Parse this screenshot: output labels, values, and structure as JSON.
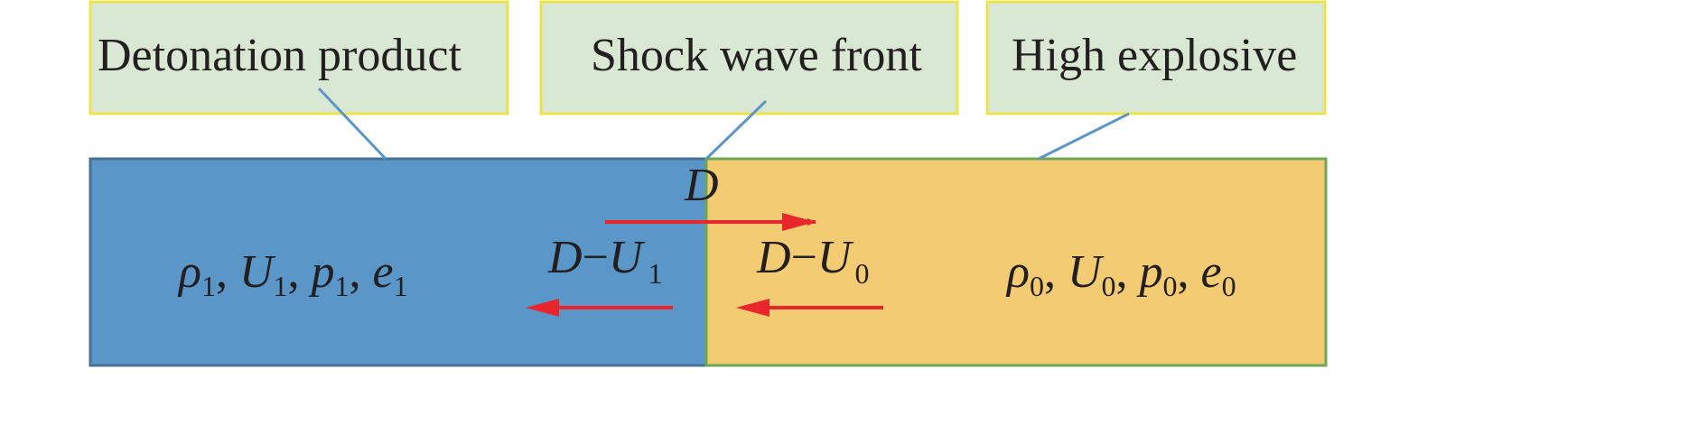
{
  "labels": {
    "detonation_product": "Detonation product",
    "shock_wave_front": "Shock wave front",
    "high_explosive": "High explosive"
  },
  "math": {
    "D": "D",
    "left_state": {
      "rho": "ρ",
      "U": "U",
      "p": "p",
      "e": "e",
      "sub": "1",
      "sep": ", "
    },
    "right_state": {
      "rho": "ρ",
      "U": "U",
      "p": "p",
      "e": "e",
      "sub": "0",
      "sep": ", "
    },
    "rel_left": {
      "D": "D",
      "minus": "−",
      "U": "U",
      "sub": "1"
    },
    "rel_right": {
      "D": "D",
      "minus": "−",
      "U": "U",
      "sub": "0"
    }
  },
  "colors": {
    "product_fill": "#5a96c8",
    "explosive_fill": "#f3cb72",
    "label_fill": "#d8e8d3",
    "label_border": "#ede44c",
    "leader": "#5a96c8",
    "arrow": "#e8262c"
  }
}
